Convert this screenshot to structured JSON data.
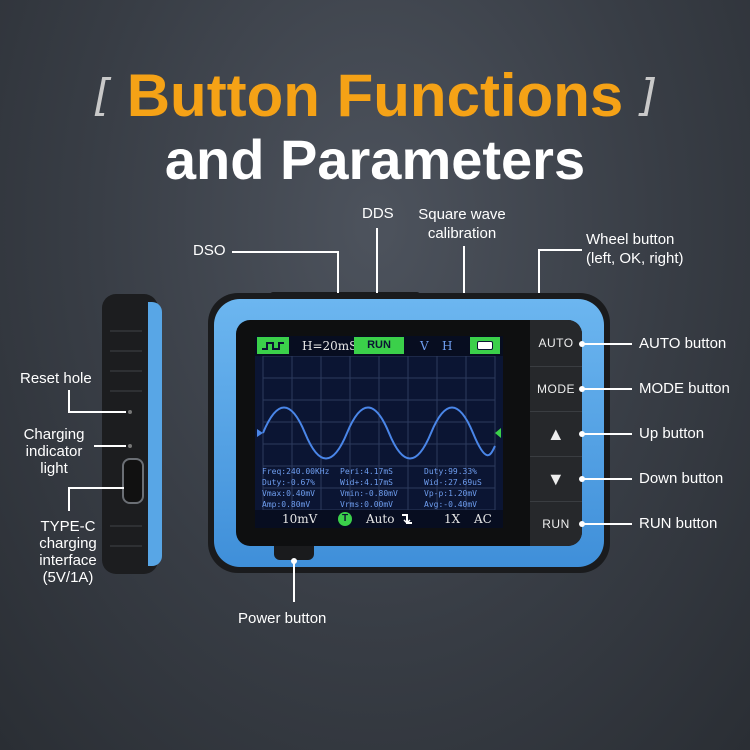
{
  "title": {
    "bracket_open": "[",
    "highlight": "Button Functions",
    "bracket_close": "]",
    "line2": "and Parameters"
  },
  "callouts": {
    "dso": "DSO",
    "dds": "DDS",
    "square_wave_1": "Square wave",
    "square_wave_2": "calibration",
    "wheel_1": "Wheel button",
    "wheel_2": "(left, OK, right)",
    "reset": "Reset hole",
    "charging_1": "Charging",
    "charging_2": "indicator",
    "charging_3": "light",
    "typec_1": "TYPE-C",
    "typec_2": "charging",
    "typec_3": "interface",
    "typec_4": "(5V/1A)",
    "power": "Power button",
    "auto": "AUTO button",
    "mode": "MODE button",
    "up": "Up button",
    "down": "Down button",
    "run": "RUN button"
  },
  "device_buttons": {
    "auto": "AUTO",
    "mode": "MODE",
    "up": "▲",
    "down": "▼",
    "run": "RUN"
  },
  "screen": {
    "timebase": "H=20mS",
    "run_state": "RUN",
    "v_label": "V",
    "h_label": "H",
    "measurements": [
      [
        "Freq:240.00KHz",
        "Peri:4.17mS",
        "Duty:99.33%"
      ],
      [
        "Duty:-0.67%",
        "Wid+:4.17mS",
        "Wid-:27.69uS"
      ],
      [
        "Vmax:0.40mV",
        "Vmin:-0.80mV",
        "Vp-p:1.20mV"
      ],
      [
        "Amp:0.80mV",
        "Vrms:0.00mV",
        "Avg:-0.40mV"
      ]
    ],
    "volt_div": "10mV",
    "trigger_badge": "T",
    "trigger_mode": "Auto",
    "probe": "1X",
    "coupling": "AC"
  },
  "colors": {
    "accent": "#f5a216",
    "device_blue": "#4f9fe3",
    "trace": "#4a86e8",
    "status_green": "#3bd04a"
  }
}
